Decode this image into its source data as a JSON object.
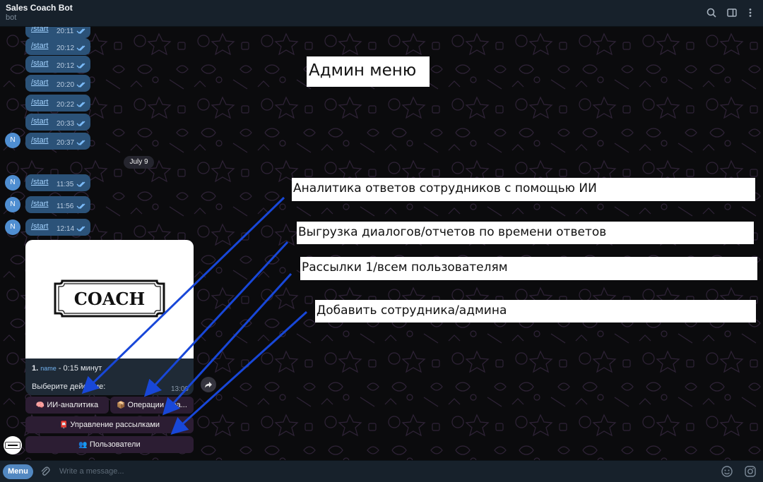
{
  "header": {
    "title": "Sales Coach Bot",
    "subtitle": "bot",
    "icons": [
      "search-icon",
      "sidebar-toggle-icon",
      "more-vertical-icon"
    ]
  },
  "messages": [
    {
      "text": "/start",
      "time": "20:11",
      "avatar": ""
    },
    {
      "text": "/start",
      "time": "20:12",
      "avatar": ""
    },
    {
      "text": "/start",
      "time": "20:12",
      "avatar": ""
    },
    {
      "text": "/start",
      "time": "20:20",
      "avatar": ""
    },
    {
      "text": "/start",
      "time": "20:22",
      "avatar": ""
    },
    {
      "text": "/start",
      "time": "20:33",
      "avatar": ""
    },
    {
      "text": "/start",
      "time": "20:37",
      "avatar": "N"
    },
    {
      "text": "/start",
      "time": "11:35",
      "avatar": "N"
    },
    {
      "text": "/start",
      "time": "11:56",
      "avatar": "N"
    },
    {
      "text": "/start",
      "time": "12:14",
      "avatar": "N"
    }
  ],
  "date_separator": "July 9",
  "bot_card": {
    "logo_text": "COACH",
    "line1_prefix": "1.",
    "line1_name": "name",
    "line1_suffix": "- 0:15 минут",
    "line2": "Выберите действие:",
    "time": "13:00"
  },
  "keyboard": {
    "ai_analytics": {
      "icon": "🧠",
      "label": "ИИ-аналитика"
    },
    "operations": {
      "icon": "📦",
      "label": "Операции с ба..."
    },
    "mailings": {
      "icon": "📮",
      "label": "Управление рассылками"
    },
    "users": {
      "icon": "👥",
      "label": "Пользователи"
    }
  },
  "annotations": {
    "admin_menu": "Админ меню",
    "ai_analytics": "Аналитика ответов сотрудников с помощью ИИ",
    "export": "Выгрузка диалогов/отчетов по времени ответов",
    "mailings": "Рассылки 1/всем пользователям",
    "add_user": "Добавить сотрудника/админа"
  },
  "composer": {
    "menu_label": "Menu",
    "placeholder": "Write a message..."
  },
  "colors": {
    "header_bg": "#17212b",
    "bubble_out": "#2b5278",
    "keyboard_button": "#2c1d33",
    "arrow": "#1847d8",
    "menu_button": "#5288c1"
  }
}
